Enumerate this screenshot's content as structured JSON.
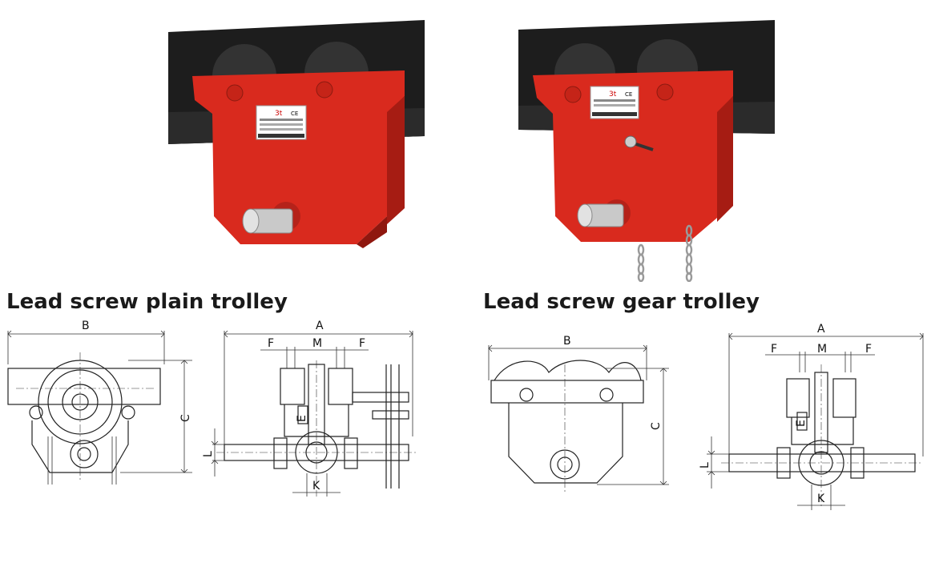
{
  "products": [
    {
      "title": "Lead screw plain trolley",
      "nameplate": {
        "capacity": "3t",
        "mark": "CE"
      },
      "dimension_labels": {
        "a": "A",
        "b": "B",
        "c": "C",
        "e": "E",
        "f": "F",
        "k": "K",
        "l": "L",
        "m": "M"
      }
    },
    {
      "title": "Lead screw gear trolley",
      "nameplate": {
        "capacity": "3t",
        "mark": "CE"
      },
      "dimension_labels": {
        "a": "A",
        "b": "B",
        "c": "C",
        "e": "E",
        "f": "F",
        "k": "K",
        "l": "L",
        "m": "M"
      }
    }
  ],
  "colors": {
    "trolley_body": "#d92a1e",
    "beam": "#1c1c1c",
    "drawing_line": "#222222"
  }
}
